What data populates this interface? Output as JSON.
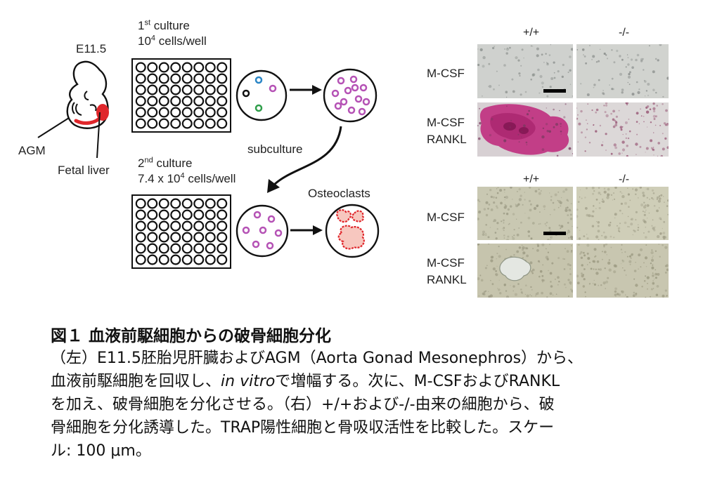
{
  "left_panel": {
    "stage": "E11.5",
    "agm_label": "AGM",
    "liver_label": "Fetal liver",
    "first_culture": {
      "title": "1",
      "sup": "st",
      "title_rest": " culture",
      "cells": "10",
      "cells_sup": "4",
      "cells_rest": " cells/well"
    },
    "subculture": "subculture",
    "second_culture": {
      "title": "2",
      "sup": "nd",
      "title_rest": " culture",
      "cells": "7.4 x 10",
      "cells_sup": "4",
      "cells_rest": " cells/well"
    },
    "osteoclasts": "Osteoclasts"
  },
  "right_panel": {
    "top": {
      "col_plus": "+/+",
      "col_minus": "-/-",
      "row1": "M-CSF",
      "row2a": "M-CSF",
      "row2b": "RANKL"
    },
    "bottom": {
      "col_plus": "+/+",
      "col_minus": "-/-",
      "row1": "M-CSF",
      "row2a": "M-CSF",
      "row2b": "RANKL"
    }
  },
  "caption": {
    "title": "図１ 血液前駆細胞からの破骨細胞分化",
    "line1": "（左）E11.5胚胎児肝臓およびAGM（Aorta Gonad Mesonephros）から、",
    "line2a": "血液前駆細胞を回収し、",
    "line2_italic": "in vitro",
    "line2b": "で増幅する。次に、M-CSFおよびRANKL",
    "line3": "を加え、破骨細胞を分化させる。（右）+/+および-/-由来の細胞から、破",
    "line4": "骨細胞を分化誘導した。TRAP陽性細胞と骨吸収活性を比較した。スケー",
    "line5": "ル: 100 μm。"
  },
  "colors": {
    "liver_red": "#e0262b",
    "cell_purple": "#b552b5",
    "cell_blue": "#2a86c6",
    "cell_green": "#2f9e4a",
    "osteoclast_fill": "#f7c7bf",
    "trap_magenta": "#c02e7e"
  }
}
